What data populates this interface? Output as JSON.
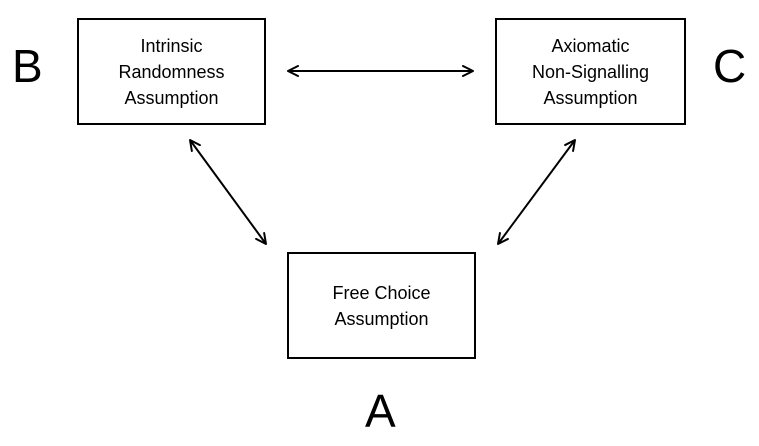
{
  "nodes": {
    "b": {
      "letter": "B",
      "lines": [
        "Intrinsic",
        "Randomness",
        "Assumption"
      ]
    },
    "c": {
      "letter": "C",
      "lines": [
        "Axiomatic",
        "Non-Signalling",
        "Assumption"
      ]
    },
    "a": {
      "letter": "A",
      "lines": [
        "Free Choice",
        "Assumption"
      ]
    }
  },
  "edges": [
    {
      "from": "B",
      "to": "C",
      "type": "bidirectional"
    },
    {
      "from": "B",
      "to": "A",
      "type": "bidirectional"
    },
    {
      "from": "C",
      "to": "A",
      "type": "bidirectional"
    }
  ],
  "colors": {
    "stroke": "#000000",
    "background": "#ffffff"
  }
}
